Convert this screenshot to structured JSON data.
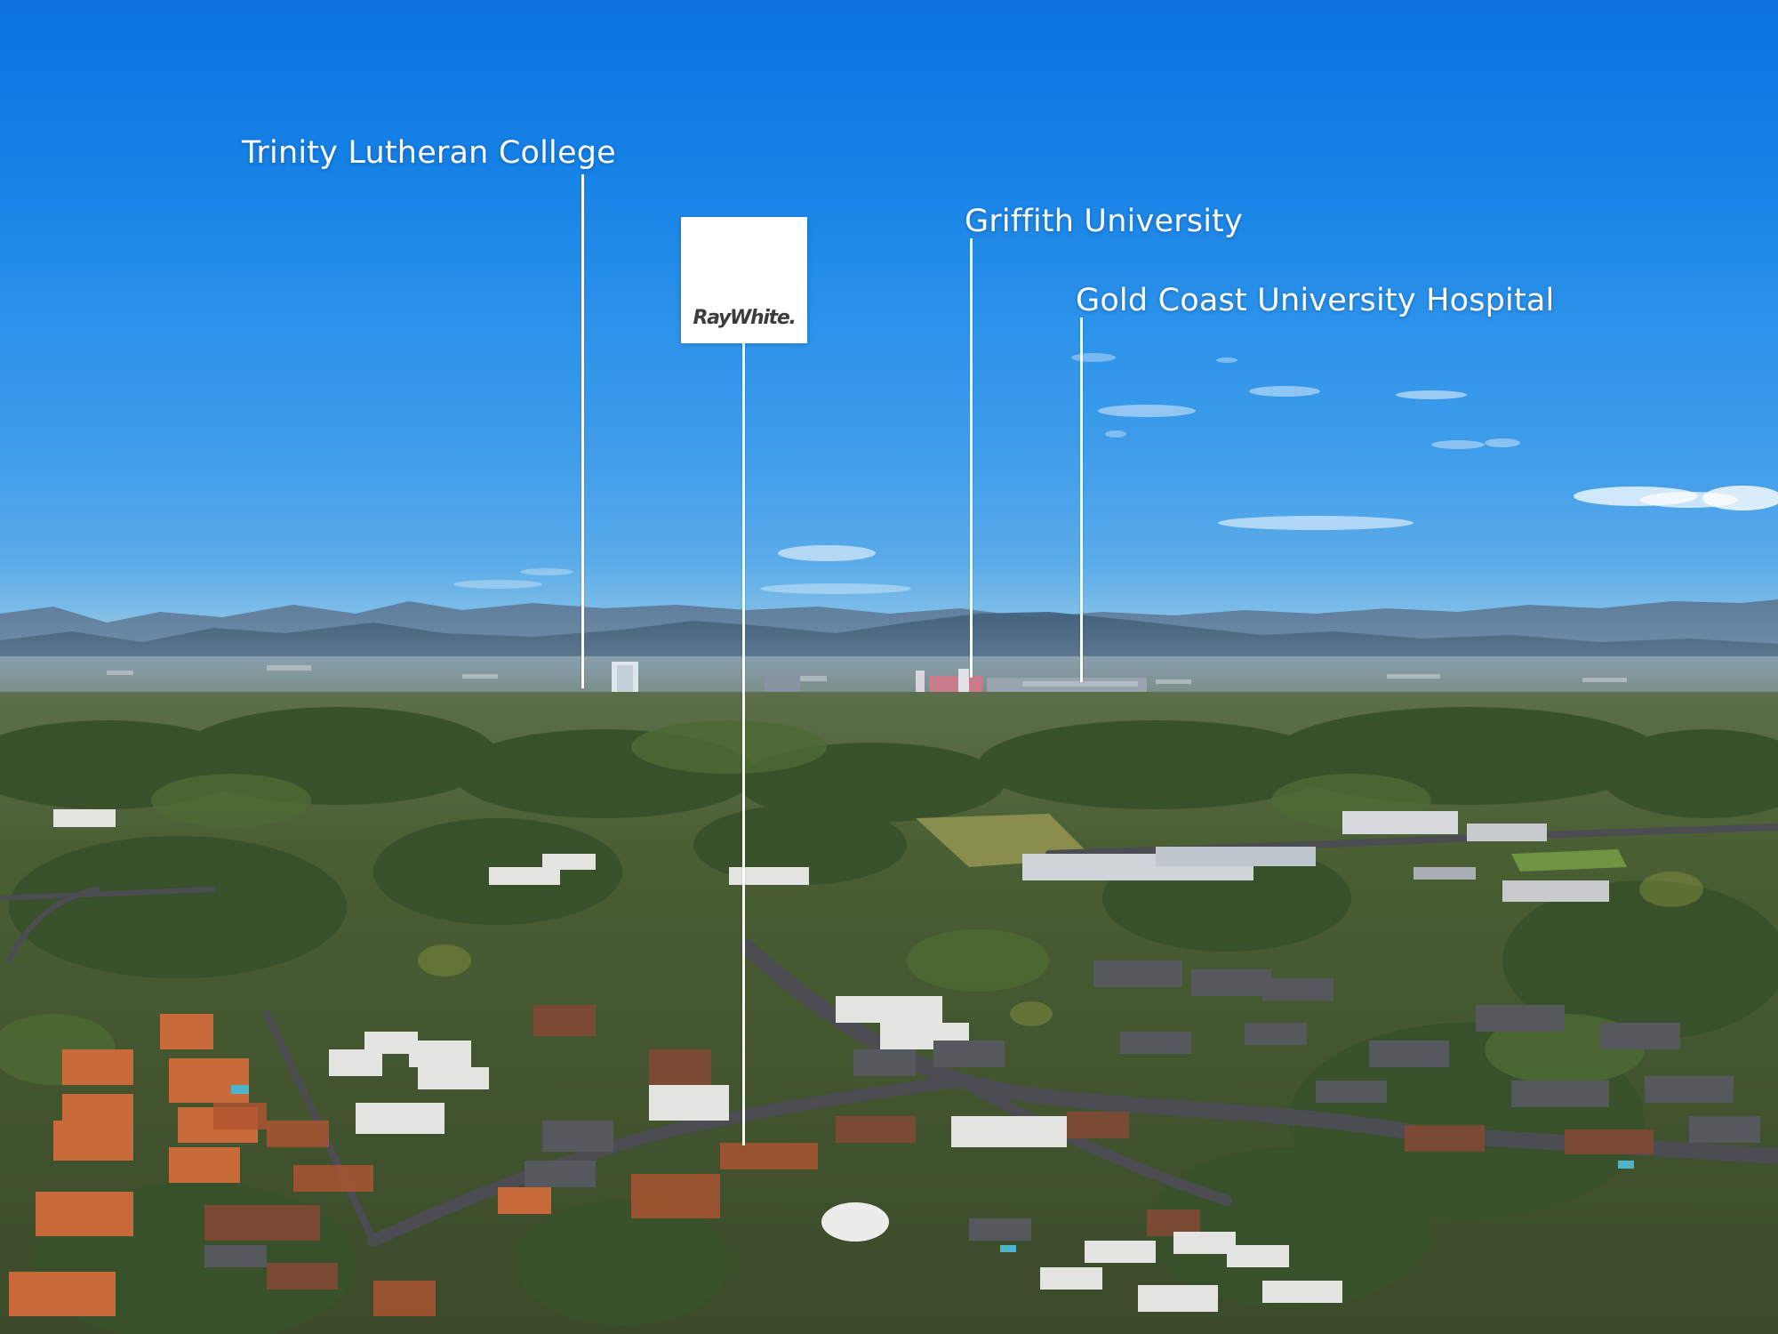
{
  "photo": {
    "subject": "aerial view of suburban neighbourhood with mountains on horizon",
    "colors": {
      "sky_top": "#0d72dd",
      "sky_horizon": "#8fc3e5",
      "far_mountains": "#4a6d8e",
      "trees": "#3d5a26",
      "roofs": [
        "#c96a3a",
        "#8a4a32",
        "#d8d8d4",
        "#5a5a5c"
      ]
    }
  },
  "logo": {
    "brand": "RayWhite",
    "text": "RayWhite."
  },
  "callouts": [
    {
      "id": "trinity",
      "label": "Trinity Lutheran College"
    },
    {
      "id": "griffith",
      "label": "Griffith University"
    },
    {
      "id": "gcuh",
      "label": "Gold Coast University Hospital"
    }
  ],
  "annotation_color": "#ffffff"
}
